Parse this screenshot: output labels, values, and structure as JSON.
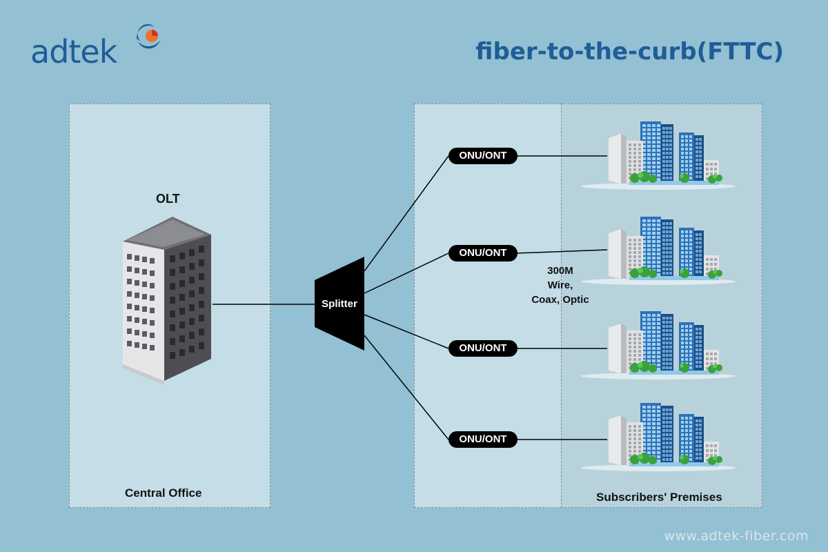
{
  "brand": {
    "name": "adtek",
    "website": "www.adtek-fiber.com"
  },
  "title": "fiber-to-the-curb(FTTC)",
  "zones": {
    "central_office": "Central Office",
    "premises": "Subscribers' Premises"
  },
  "nodes": {
    "olt": "OLT",
    "splitter": "Splitter",
    "onus": [
      "ONU/ONT",
      "ONU/ONT",
      "ONU/ONT",
      "ONU/ONT"
    ]
  },
  "media": {
    "speed": "300M",
    "line1": "Wire,",
    "line2": "Coax, Optic"
  },
  "icons": [
    "olt-building-icon",
    "premises-building-icon",
    "adtek-logo-icon"
  ]
}
